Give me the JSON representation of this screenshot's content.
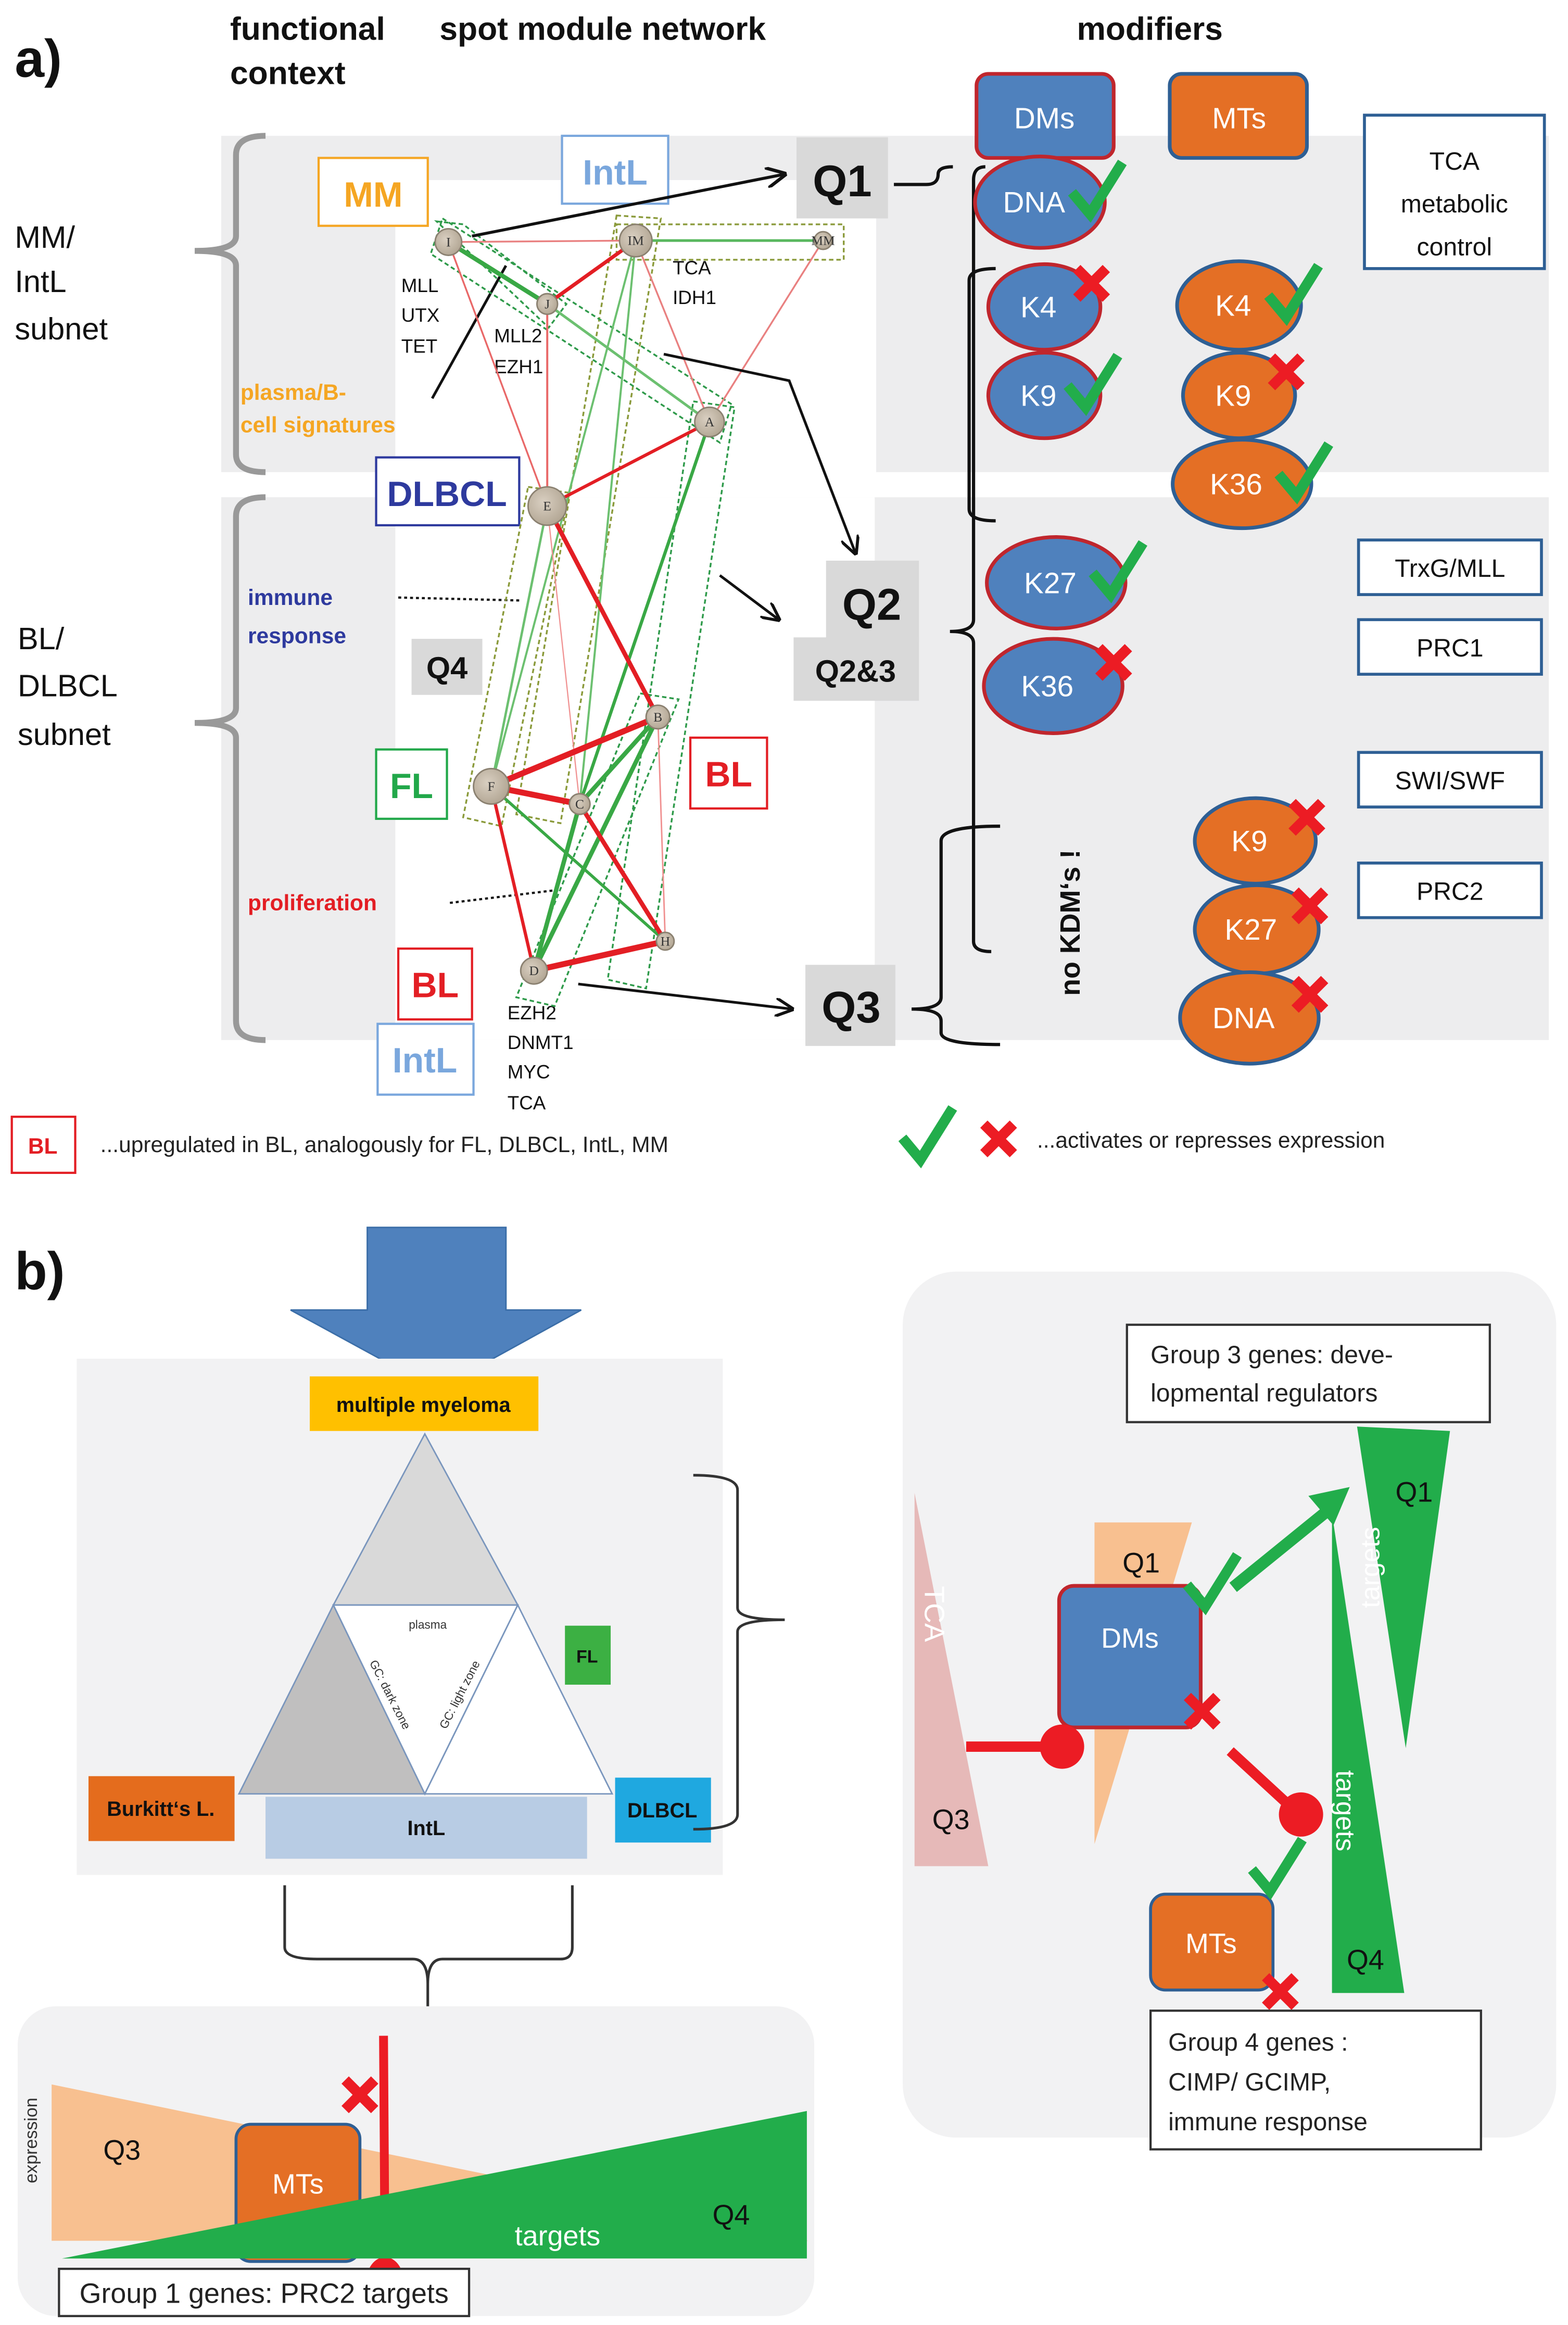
{
  "panel_a": {
    "label": "a)",
    "headers": {
      "functional_context_line1": "functional",
      "functional_context_line2": "context",
      "network": "spot module network",
      "modifiers": "modifiers"
    },
    "subnets": [
      {
        "line1": "MM/",
        "line2": "IntL",
        "line3": "subnet"
      },
      {
        "line1": "BL/",
        "line2": "DLBCL",
        "line3": "subnet"
      }
    ],
    "context_labels": {
      "mm": "MM",
      "intl_top": "IntL",
      "dlbcl": "DLBCL",
      "fl": "FL",
      "bl_right": "BL",
      "bl_bottom": "BL",
      "intl_bottom": "IntL"
    },
    "annotations": {
      "plasma_line1": "plasma/B-",
      "plasma_line2": "cell signatures",
      "immune_line1": "immune",
      "immune_line2": "response",
      "proliferation": "proliferation"
    },
    "gene_lists": {
      "node_i": [
        "MLL",
        "UTX",
        "TET"
      ],
      "node_j": [
        "MLL2",
        "EZH1"
      ],
      "node_im": [
        "TCA",
        "IDH1"
      ],
      "node_d": [
        "EZH2",
        "DNMT1",
        "MYC",
        "TCA"
      ]
    },
    "nodes": [
      "I",
      "IM",
      "MM",
      "J",
      "A",
      "E",
      "B",
      "F",
      "C",
      "H",
      "D"
    ],
    "quadrants": {
      "q1": "Q1",
      "q2": "Q2",
      "q23": "Q2&3",
      "q3": "Q3",
      "q4": "Q4"
    },
    "modifier_headers": {
      "dms": "DMs",
      "mts": "MTs"
    },
    "dm_items": [
      {
        "label": "DNA",
        "effect": "activates"
      },
      {
        "label": "K4",
        "effect": "represses"
      },
      {
        "label": "K9",
        "effect": "activates"
      },
      {
        "label": "K27",
        "effect": "activates"
      },
      {
        "label": "K36",
        "effect": "represses"
      }
    ],
    "mt_items": [
      {
        "label": "K4",
        "effect": "activates"
      },
      {
        "label": "K9",
        "effect": "represses"
      },
      {
        "label": "K36",
        "effect": "activates"
      },
      {
        "label": "K9",
        "effect": "represses"
      },
      {
        "label": "K27",
        "effect": "represses"
      },
      {
        "label": "DNA",
        "effect": "represses"
      }
    ],
    "complexes": {
      "tca_line1": "TCA",
      "tca_line2": "metabolic",
      "tca_line3": "control",
      "trxg": "TrxG/MLL",
      "prc1": "PRC1",
      "swi": "SWI/SWF",
      "prc2": "PRC2"
    },
    "no_kdm": "no KDM‘s !",
    "legend": {
      "badge": "BL",
      "upregulated_text": "...upregulated in BL, analogously for FL, DLBCL, IntL, MM",
      "effect_text": "...activates or represses expression"
    }
  },
  "panel_b": {
    "label": "b)",
    "triangle": {
      "top": "multiple myeloma",
      "left": "Burkitt‘s L.",
      "right": "DLBCL",
      "fl": "FL",
      "bottom": "IntL",
      "plasma": "plasma",
      "dark_zone": "GC: dark zone",
      "light_zone": "GC: light zone"
    },
    "group1": {
      "axis_label": "expression",
      "q3": "Q3",
      "mts": "MTs",
      "targets": "targets",
      "q4": "Q4",
      "caption": "Group 1 genes: PRC2 targets"
    },
    "group34": {
      "caption3_line1": "Group 3 genes: deve-",
      "caption3_line2": "lopmental  regulators",
      "q1_mid": "Q1",
      "q1_right": "Q1",
      "dms": "DMs",
      "tca": "TCA",
      "q3": "Q3",
      "targets_top": "targets",
      "targets_bottom": "targets",
      "mts": "MTs",
      "q4": "Q4",
      "caption4_line1": "Group 4 genes :",
      "caption4_line2": "CIMP/ GCIMP,",
      "caption4_line3": "immune response"
    }
  },
  "colors": {
    "dm_blue": "#4f81bd",
    "dm_border": "#c0262d",
    "mt_orange": "#e46f25",
    "mt_border": "#2e5f94",
    "check_green": "#22ad4b",
    "cross_red": "#ec1c24",
    "mm_orange": "#f5a623",
    "intl_blue": "#7aa7dd",
    "dlbcl_navy": "#2e3a9e",
    "fl_green": "#22a84a",
    "bl_red": "#e31e24",
    "mm_yellow": "#ffc000",
    "burkitt_orange": "#e46c1d",
    "dlbcl_cyan": "#1fa8e0",
    "fl_box_green": "#3cb043",
    "intl_bar": "#b8cce4",
    "peach": "#f8c090",
    "pink_tca": "#e6b9b8",
    "panel_gray": "#ededee"
  }
}
